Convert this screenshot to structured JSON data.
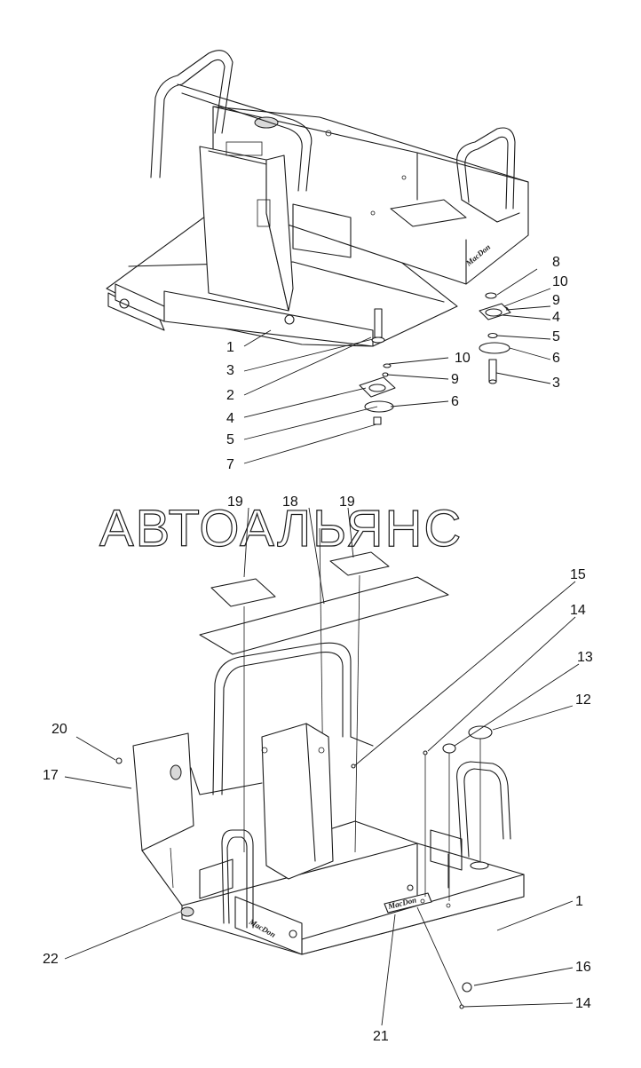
{
  "watermark": "АВТОАЛЬЯНС",
  "brand_logo": "MacDon",
  "callouts": {
    "top": [
      "8",
      "10",
      "9",
      "4",
      "5",
      "6",
      "3",
      "1",
      "3",
      "2",
      "10",
      "9",
      "4",
      "6",
      "5",
      "7"
    ],
    "bottom": [
      "19",
      "18",
      "19",
      "15",
      "14",
      "13",
      "12",
      "20",
      "17",
      "1",
      "22",
      "16",
      "14",
      "21"
    ]
  }
}
